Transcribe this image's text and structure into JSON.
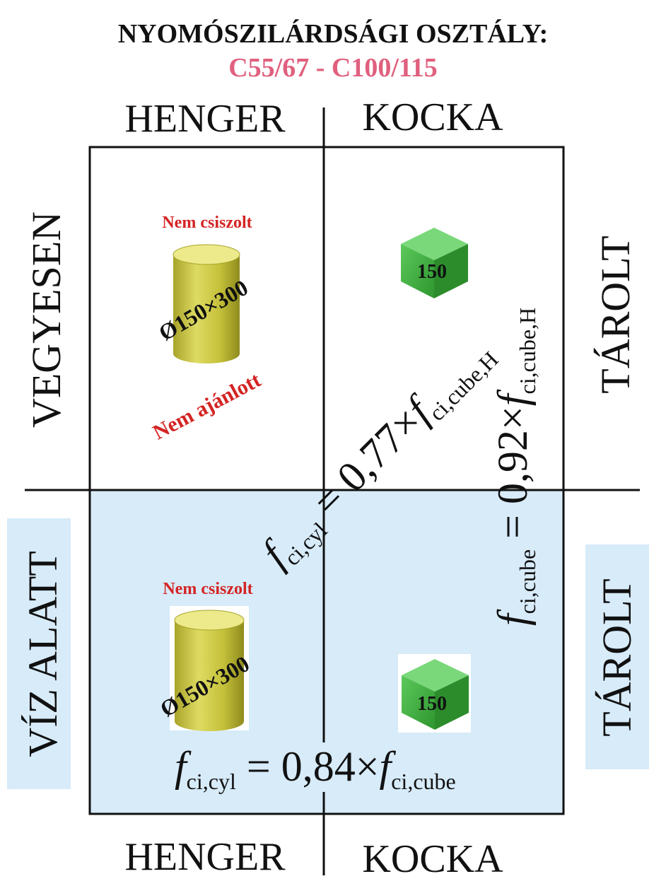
{
  "title": {
    "line1": "NYOMÓSZILÁRDSÁGI OSZTÁLY:",
    "line2": "C55/67 - C100/115"
  },
  "columns": {
    "top_left": "HENGER",
    "top_right": "KOCKA",
    "bottom_left": "HENGER",
    "bottom_right": "KOCKA"
  },
  "rows": {
    "left_top": "VEGYESEN",
    "left_bottom": "VÍZ ALATT",
    "right_top": "TÁROLT",
    "right_bottom": "TÁROLT"
  },
  "cells": {
    "top_left": {
      "note": "Nem csiszolt",
      "specimen": "Ø150×300",
      "warning": "Nem ajánlott"
    },
    "top_right": {
      "cube_label": "150"
    },
    "bottom_left": {
      "note": "Nem csiszolt",
      "specimen": "Ø150×300"
    },
    "bottom_right": {
      "cube_label": "150"
    }
  },
  "formulas": {
    "diagonal": {
      "lhs": "f",
      "lhs_sub": "ci,cyl",
      "eq": " = 0,77×",
      "rhs": "f",
      "rhs_sub": "ci,cube,H"
    },
    "vertical": {
      "lhs": "f",
      "lhs_sub": "ci,cube",
      "eq": " = 0,92×",
      "rhs": "f",
      "rhs_sub": "ci,cube,H"
    },
    "bottom": {
      "lhs": "f",
      "lhs_sub": "ci,cyl",
      "eq": " = 0,84×",
      "rhs": "f",
      "rhs_sub": "ci,cube"
    }
  },
  "colors": {
    "title_accent": "#e0607e",
    "red_text": "#d42424",
    "water_bg": "#d7ebf9",
    "cylinder": "#c8c43a",
    "cube": "#3fae3f"
  }
}
